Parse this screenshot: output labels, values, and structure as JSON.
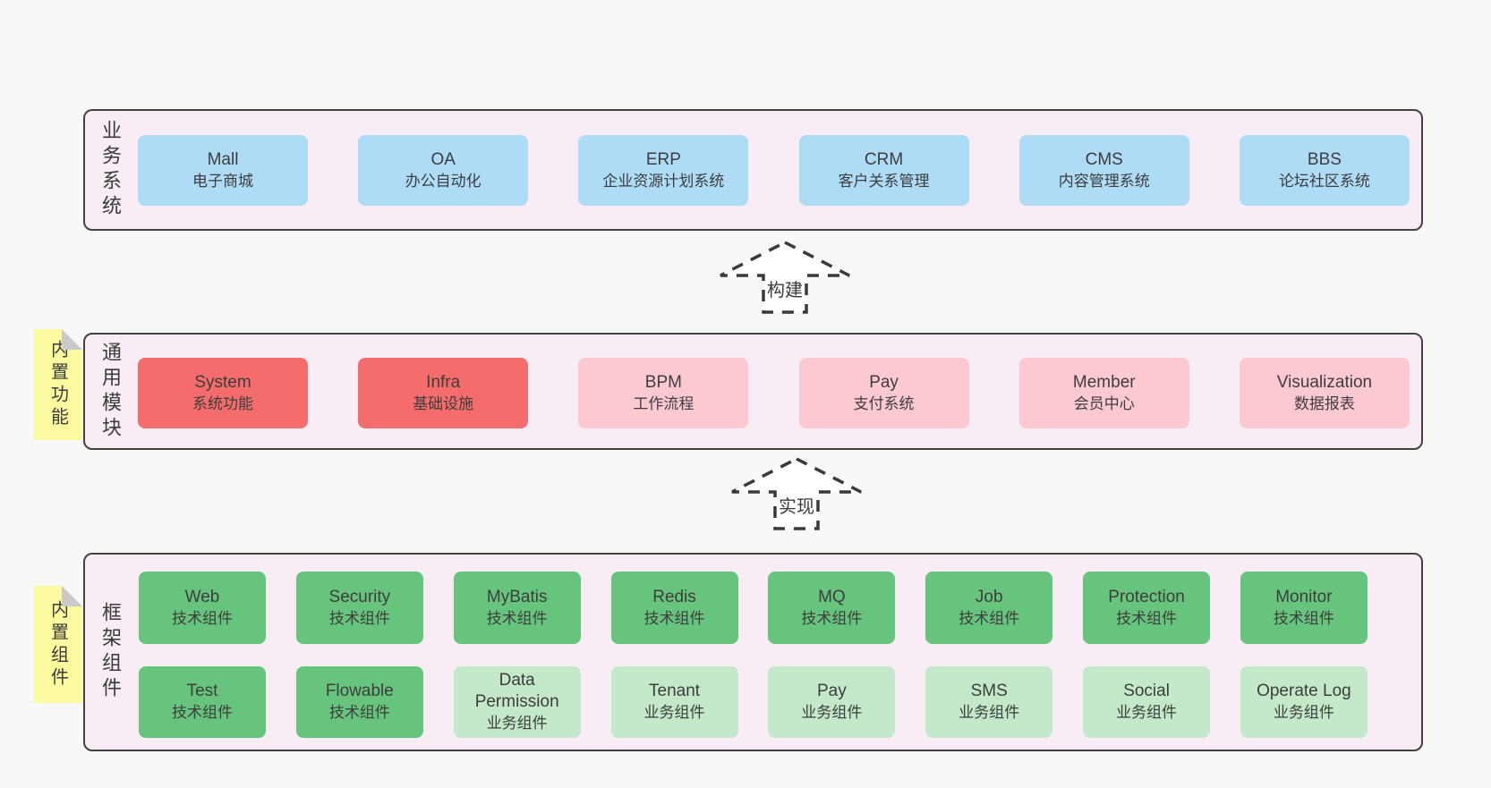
{
  "colors": {
    "page_bg": "#f8f8f8",
    "panel_bg": "#f8edf5",
    "panel_border": "#424242",
    "blue_box": "#aedcf7",
    "red_box": "#f56c6c",
    "pink_box": "#fcc9d3",
    "green_box": "#67c47d",
    "light_green_box": "#c3e8ca",
    "sticky_yellow": "#fbfa9e",
    "text": "#3d3d3d"
  },
  "business": {
    "label": "业务系统",
    "items": [
      {
        "name": "Mall",
        "subtitle": "电子商城"
      },
      {
        "name": "OA",
        "subtitle": "办公自动化"
      },
      {
        "name": "ERP",
        "subtitle": "企业资源计划系统"
      },
      {
        "name": "CRM",
        "subtitle": "客户关系管理"
      },
      {
        "name": "CMS",
        "subtitle": "内容管理系统"
      },
      {
        "name": "BBS",
        "subtitle": "论坛社区系统"
      }
    ]
  },
  "arrows": {
    "build": "构建",
    "implement": "实现"
  },
  "modules": {
    "label": "通用模块",
    "sticky": "内置功能",
    "items": [
      {
        "name": "System",
        "subtitle": "系统功能"
      },
      {
        "name": "Infra",
        "subtitle": "基础设施"
      },
      {
        "name": "BPM",
        "subtitle": "工作流程"
      },
      {
        "name": "Pay",
        "subtitle": "支付系统"
      },
      {
        "name": "Member",
        "subtitle": "会员中心"
      },
      {
        "name": "Visualization",
        "subtitle": "数据报表"
      }
    ]
  },
  "framework": {
    "label": "框架组件",
    "sticky": "内置组件",
    "row1": [
      {
        "name": "Web",
        "subtitle": "技术组件"
      },
      {
        "name": "Security",
        "subtitle": "技术组件"
      },
      {
        "name": "MyBatis",
        "subtitle": "技术组件"
      },
      {
        "name": "Redis",
        "subtitle": "技术组件"
      },
      {
        "name": "MQ",
        "subtitle": "技术组件"
      },
      {
        "name": "Job",
        "subtitle": "技术组件"
      },
      {
        "name": "Protection",
        "subtitle": "技术组件"
      },
      {
        "name": "Monitor",
        "subtitle": "技术组件"
      }
    ],
    "row2": [
      {
        "name": "Test",
        "subtitle": "技术组件"
      },
      {
        "name": "Flowable",
        "subtitle": "技术组件"
      },
      {
        "name": "Data Permission",
        "subtitle": "业务组件"
      },
      {
        "name": "Tenant",
        "subtitle": "业务组件"
      },
      {
        "name": "Pay",
        "subtitle": "业务组件"
      },
      {
        "name": "SMS",
        "subtitle": "业务组件"
      },
      {
        "name": "Social",
        "subtitle": "业务组件"
      },
      {
        "name": "Operate Log",
        "subtitle": "业务组件"
      }
    ]
  }
}
